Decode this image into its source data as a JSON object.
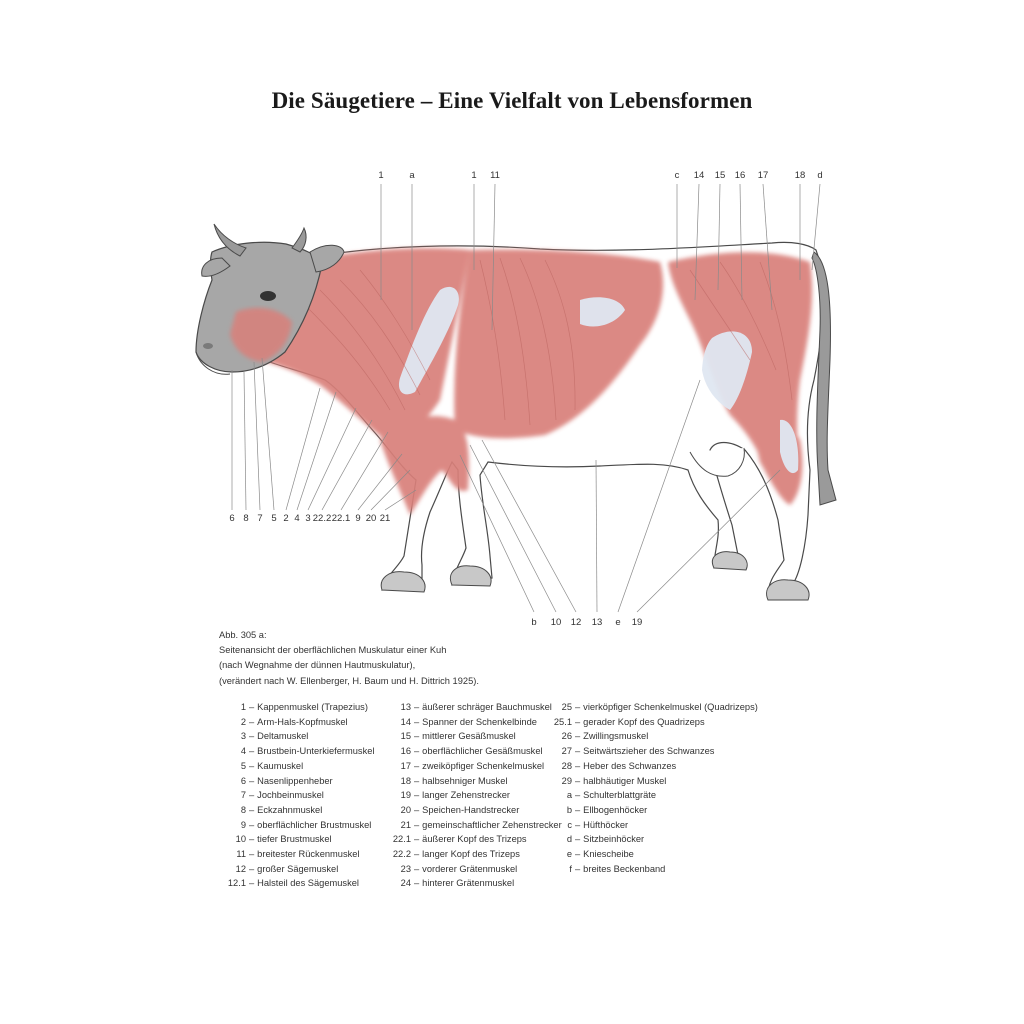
{
  "title": "Die Säugetiere – Eine Vielfalt von Lebensformen",
  "figure": {
    "top_labels": [
      "1",
      "a",
      "1",
      "11",
      "c",
      "14",
      "15",
      "16",
      "17",
      "18",
      "d"
    ],
    "bottom_left_labels": [
      "6",
      "8",
      "7",
      "5",
      "2",
      "4",
      "3",
      "22.2",
      "22.1",
      "9",
      "20",
      "21"
    ],
    "bottom_right_labels": [
      "b",
      "10",
      "12",
      "13",
      "e",
      "19"
    ]
  },
  "caption": {
    "ref": "Abb. 305 a:",
    "lines": [
      "Seitenansicht der oberflächlichen Muskulatur einer Kuh",
      "(nach Wegnahme der dünnen Hautmuskulatur),",
      "(verändert nach W. Ellenberger, H. Baum und H. Dittrich 1925)."
    ]
  },
  "legend": {
    "separator": "–",
    "columns": [
      [
        {
          "code": "1",
          "label": "Kappenmuskel (Trapezius)"
        },
        {
          "code": "2",
          "label": "Arm-Hals-Kopfmuskel"
        },
        {
          "code": "3",
          "label": "Deltamuskel"
        },
        {
          "code": "4",
          "label": "Brustbein-Unterkiefermuskel"
        },
        {
          "code": "5",
          "label": "Kaumuskel"
        },
        {
          "code": "6",
          "label": "Nasenlippenheber"
        },
        {
          "code": "7",
          "label": "Jochbeinmuskel"
        },
        {
          "code": "8",
          "label": "Eckzahnmuskel"
        },
        {
          "code": "9",
          "label": "oberflächlicher Brustmuskel"
        },
        {
          "code": "10",
          "label": "tiefer Brustmuskel"
        },
        {
          "code": "11",
          "label": "breitester Rückenmuskel"
        },
        {
          "code": "12",
          "label": "großer Sägemuskel"
        },
        {
          "code": "12.1",
          "label": "Halsteil des Sägemuskel"
        }
      ],
      [
        {
          "code": "13",
          "label": "äußerer schräger Bauchmuskel"
        },
        {
          "code": "14",
          "label": "Spanner der Schenkelbinde"
        },
        {
          "code": "15",
          "label": "mittlerer Gesäßmuskel"
        },
        {
          "code": "16",
          "label": "oberflächlicher Gesäßmuskel"
        },
        {
          "code": "17",
          "label": "zweiköpfiger Schenkelmuskel"
        },
        {
          "code": "18",
          "label": "halbsehniger Muskel"
        },
        {
          "code": "19",
          "label": "langer Zehenstrecker"
        },
        {
          "code": "20",
          "label": "Speichen-Handstrecker"
        },
        {
          "code": "21",
          "label": "gemeinschaftlicher Zehenstrecker"
        },
        {
          "code": "22.1",
          "label": "äußerer Kopf des Trizeps"
        },
        {
          "code": "22.2",
          "label": "langer Kopf des Trizeps"
        },
        {
          "code": "23",
          "label": "vorderer Grätenmuskel"
        },
        {
          "code": "24",
          "label": "hinterer Grätenmuskel"
        }
      ],
      [
        {
          "code": "25",
          "label": "vierköpfiger Schenkelmuskel (Quadrizeps)"
        },
        {
          "code": "25.1",
          "label": "gerader Kopf des Quadrizeps"
        },
        {
          "code": "26",
          "label": "Zwillingsmuskel"
        },
        {
          "code": "27",
          "label": "Seitwärtszieher des Schwanzes"
        },
        {
          "code": "28",
          "label": "Heber des Schwanzes"
        },
        {
          "code": "29",
          "label": "halbhäutiger Muskel"
        },
        {
          "code": "a",
          "label": "Schulterblattgräte"
        },
        {
          "code": "b",
          "label": "Ellbogenhöcker"
        },
        {
          "code": "c",
          "label": "Hüfthöcker"
        },
        {
          "code": "d",
          "label": "Sitzbeinhöcker"
        },
        {
          "code": "e",
          "label": "Kniescheibe"
        },
        {
          "code": "f",
          "label": "breites Beckenband"
        }
      ]
    ]
  },
  "colors": {
    "muscle": "#d9807a",
    "muscle_dark": "#c76560",
    "tendon": "#dfe7f1",
    "head": "#a7a7a7",
    "outline": "#4a4a4a",
    "leader": "#8a8a8a"
  }
}
